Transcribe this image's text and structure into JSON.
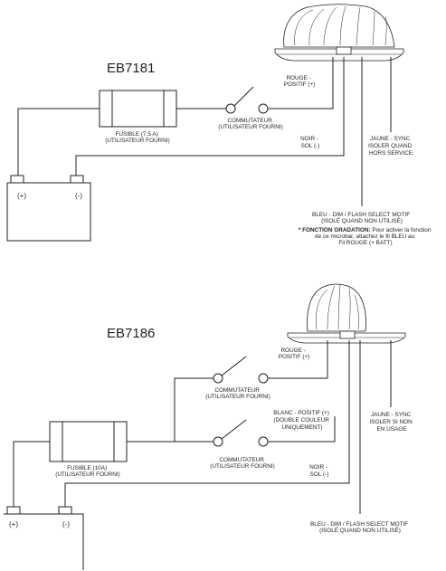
{
  "diagrams": [
    {
      "model": "EB7181",
      "fuse": [
        "FUSIBLE (7,5 A)",
        "(UTILISATEUR FOURNI)"
      ],
      "switch": [
        "COMMUTATEUR",
        "(UTILISATEUR FOURNI)"
      ],
      "red_wire": [
        "ROUGE -",
        "POSITIF (+)"
      ],
      "black_wire": [
        "NOIR -",
        "SOL (-)"
      ],
      "yellow_wire": [
        "JAUNE - SYNC",
        "ISOLER QUAND",
        "HORS SERVICE"
      ],
      "blue_wire": [
        "BLEU - DIM / FLASH SELECT MOTIF",
        "(ISOLÉ QUAND NON UTILISÉ)"
      ],
      "note_bold": "* FONCTION GRADATION:",
      "note_rest": " Pour activer la fonction",
      "note_lines": [
        "de ce microbar, attachez le fil BLEU au",
        "Fil ROUGE (+ BATT)"
      ],
      "battery_pos": "(+)",
      "battery_neg": "(-)"
    },
    {
      "model": "EB7186",
      "fuse": [
        "FUSIBLE (10A)",
        "(UTILISATEUR FOURNI)"
      ],
      "switch_top": [
        "COMMUTATEUR",
        "(UTILISATEUR FOURNI)"
      ],
      "switch_bottom": [
        "COMMUTATEUR",
        "(UTILISATEUR FOURNI)"
      ],
      "red_wire": [
        "ROUGE -",
        "POSITIF (+)"
      ],
      "white_wire": [
        "BLANC - POSITIF (+)",
        "(DOUBLE COULEUR",
        "UNIQUEMENT)"
      ],
      "black_wire": [
        "NOIR -",
        "SOL (-)"
      ],
      "yellow_wire": [
        "JAUNE - SYNC",
        "ISOLER SI NON",
        "EN USAGE"
      ],
      "blue_wire": [
        "BLEU - DIM / FLASH SELECT MOTIF",
        "(ISOLÉ QUAND NON UTILISÉ)"
      ],
      "battery_pos": "(+)",
      "battery_neg": "(-)"
    }
  ]
}
